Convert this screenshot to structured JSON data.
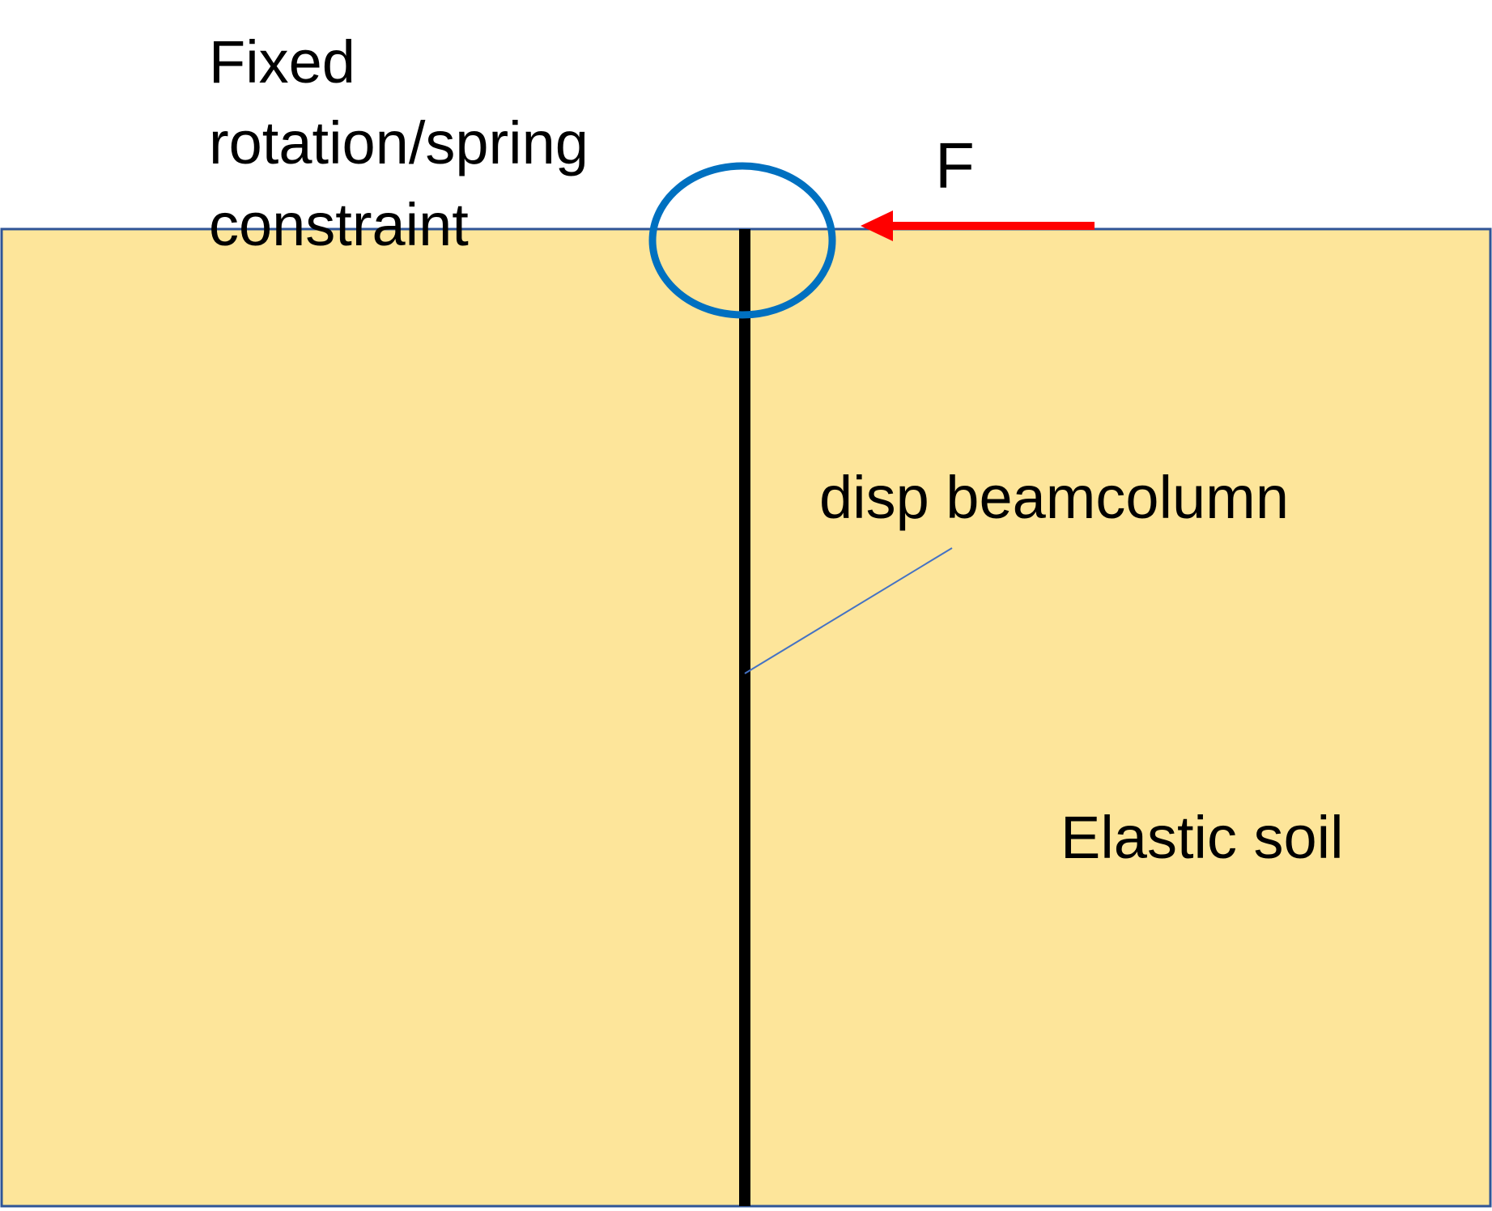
{
  "diagram": {
    "labels": {
      "constraint_line1": "Fixed",
      "constraint_line2": "rotation/spring",
      "constraint_line3": "constraint",
      "force": "F",
      "beam": "disp beamcolumn",
      "soil": "Elastic soil"
    },
    "colors": {
      "soil_fill": "#FDE59A",
      "soil_border": "#2F5597",
      "beam": "#000000",
      "constraint_circle": "#0070C0",
      "force_arrow": "#FF0000",
      "leader_line": "#4472C4"
    }
  }
}
